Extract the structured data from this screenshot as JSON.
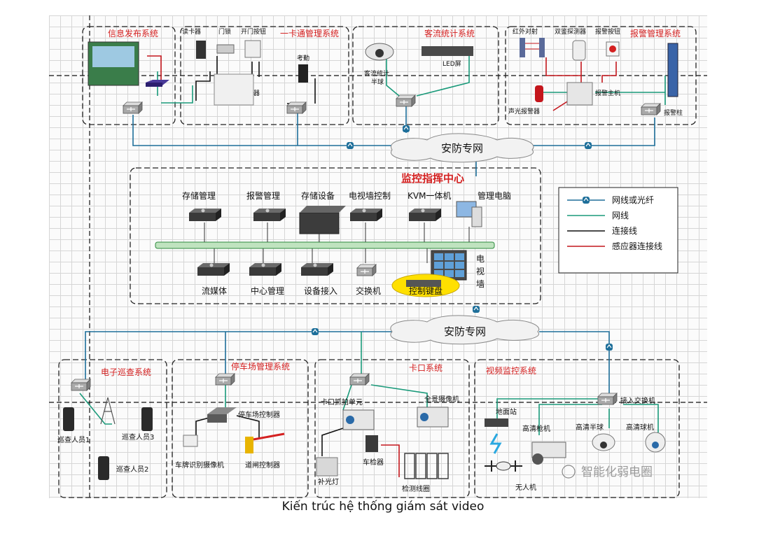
{
  "caption": "Kiến trúc hệ thống giám sát video",
  "network_label_top": "安防专网",
  "network_label_bottom": "安防专网",
  "center": {
    "title": "监控指挥中心",
    "top_devices": [
      "存储管理",
      "报警管理",
      "存储设备",
      "电视墙控制",
      "KVM一体机",
      "管理电脑"
    ],
    "bottom_devices": [
      "流媒体",
      "中心管理",
      "设备接入",
      "交换机"
    ],
    "keyboard": "控制键盘",
    "tv_wall": [
      "电",
      "视",
      "墙"
    ]
  },
  "legend": {
    "items": [
      {
        "label": "网线或光纤",
        "color": "#1e6f9a"
      },
      {
        "label": "网线",
        "color": "#1a9a7a"
      },
      {
        "label": "连接线",
        "color": "#111111"
      },
      {
        "label": "感应器连接线",
        "color": "#c4161c"
      }
    ]
  },
  "systems": {
    "info": {
      "title": "信息发布系统"
    },
    "access": {
      "title": "一卡通管理系统",
      "labels": [
        "读卡器",
        "门锁",
        "开门按钮",
        "考勤",
        "门禁控制器"
      ]
    },
    "traffic": {
      "title": "客流统计系统",
      "labels": [
        "客流统计",
        "半球",
        "LED屏"
      ]
    },
    "alarm": {
      "title": "报警管理系统",
      "labels": [
        "红外对射",
        "双鉴探测器",
        "报警按钮",
        "报警主机",
        "声光报警器",
        "报警柱"
      ]
    },
    "patrol": {
      "title": "电子巡查系统",
      "labels": [
        "巡查人员1",
        "巡查人员3",
        "巡查人员2"
      ]
    },
    "parking": {
      "title": "停车场管理系统",
      "labels": [
        "停车场控制器",
        "车牌识别摄像机",
        "道闸控制器"
      ]
    },
    "gate": {
      "title": "卡口系统",
      "labels": [
        "卡口抓拍单元",
        "全景摄像机",
        "车检器",
        "补光灯",
        "检测线圈"
      ]
    },
    "video": {
      "title": "视频监控系统",
      "labels": [
        "地面站",
        "接入交换机",
        "高清枪机",
        "高清半球",
        "高清球机",
        "无人机"
      ]
    }
  },
  "watermark": "智能化弱电圈",
  "colors": {
    "title_red": "#d42020",
    "cyan_line": "#1e6f9a",
    "green_line": "#1a9a7a",
    "sensor_line": "#c4161c"
  }
}
